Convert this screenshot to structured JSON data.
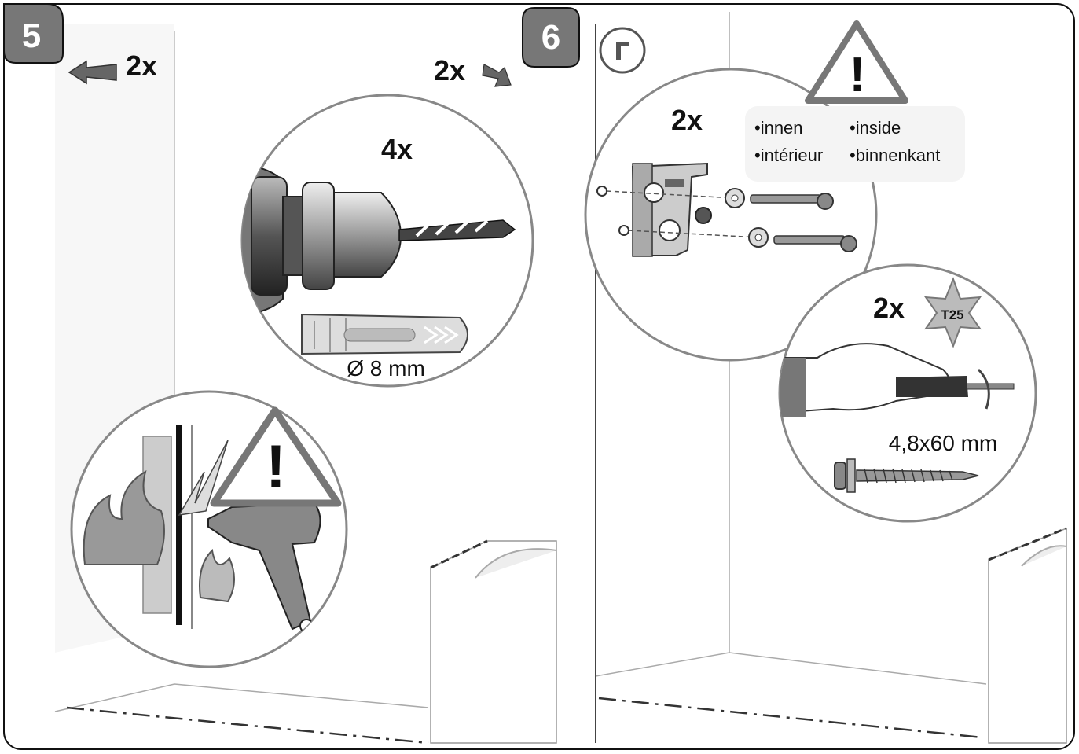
{
  "panel_left": {
    "step_number": "5",
    "arrow_left_count": "2x",
    "arrow_right_count": "2x",
    "drill_detail": {
      "count": "4x",
      "dowel_diameter": "Ø 8 mm"
    },
    "warning_detail": {
      "warning_symbol": "!"
    }
  },
  "panel_right": {
    "step_number": "6",
    "orientation_icon": "r",
    "bracket_detail": {
      "count": "2x",
      "warning_symbol": "!",
      "notes": [
        "•innen",
        "•inside",
        "•intérieur",
        "•binnenkant"
      ]
    },
    "screw_detail": {
      "count": "2x",
      "bit": "T25",
      "screw_size": "4,8x60 mm"
    }
  }
}
